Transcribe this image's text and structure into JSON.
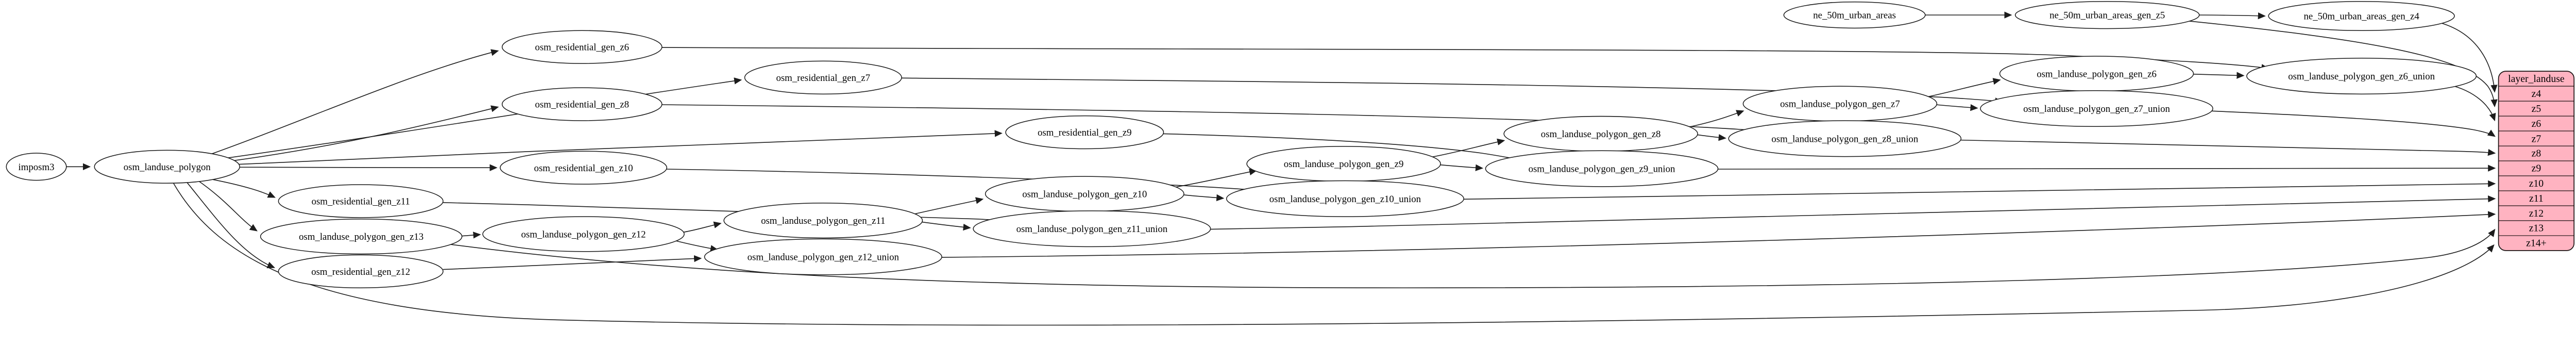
{
  "diagram": {
    "type": "dependency-graph",
    "background_color": "#ffffff",
    "node_fill": "#ffffff",
    "node_stroke": "#181818",
    "edge_color": "#1c1c1c",
    "record_fill": "#ffb3c1",
    "record_stroke": "#1a1212",
    "nodes": {
      "imposm3": {
        "label": "imposm3"
      },
      "osm_landuse_polygon": {
        "label": "osm_landuse_polygon"
      },
      "res_z6": {
        "label": "osm_residential_gen_z6"
      },
      "res_z7": {
        "label": "osm_residential_gen_z7"
      },
      "res_z8": {
        "label": "osm_residential_gen_z8"
      },
      "res_z9": {
        "label": "osm_residential_gen_z9"
      },
      "res_z10": {
        "label": "osm_residential_gen_z10"
      },
      "res_z11": {
        "label": "osm_residential_gen_z11"
      },
      "res_z12": {
        "label": "osm_residential_gen_z12"
      },
      "gen_z13": {
        "label": "osm_landuse_polygon_gen_z13"
      },
      "gen_z12": {
        "label": "osm_landuse_polygon_gen_z12"
      },
      "gen_z11": {
        "label": "osm_landuse_polygon_gen_z11"
      },
      "gen_z10": {
        "label": "osm_landuse_polygon_gen_z10"
      },
      "gen_z9": {
        "label": "osm_landuse_polygon_gen_z9"
      },
      "gen_z8": {
        "label": "osm_landuse_polygon_gen_z8"
      },
      "gen_z7": {
        "label": "osm_landuse_polygon_gen_z7"
      },
      "gen_z6": {
        "label": "osm_landuse_polygon_gen_z6"
      },
      "gen_z12_union": {
        "label": "osm_landuse_polygon_gen_z12_union"
      },
      "gen_z11_union": {
        "label": "osm_landuse_polygon_gen_z11_union"
      },
      "gen_z10_union": {
        "label": "osm_landuse_polygon_gen_z10_union"
      },
      "gen_z9_union": {
        "label": "osm_landuse_polygon_gen_z9_union"
      },
      "gen_z8_union": {
        "label": "osm_landuse_polygon_gen_z8_union"
      },
      "gen_z7_union": {
        "label": "osm_landuse_polygon_gen_z7_union"
      },
      "gen_z6_union": {
        "label": "osm_landuse_polygon_gen_z6_union"
      },
      "ne_urban": {
        "label": "ne_50m_urban_areas"
      },
      "ne_urban_z5": {
        "label": "ne_50m_urban_areas_gen_z5"
      },
      "ne_urban_z4": {
        "label": "ne_50m_urban_areas_gen_z4"
      }
    },
    "record": {
      "title": "layer_landuse",
      "rows": [
        "z4",
        "z5",
        "z6",
        "z7",
        "z8",
        "z9",
        "z10",
        "z11",
        "z12",
        "z13",
        "z14+"
      ]
    }
  }
}
